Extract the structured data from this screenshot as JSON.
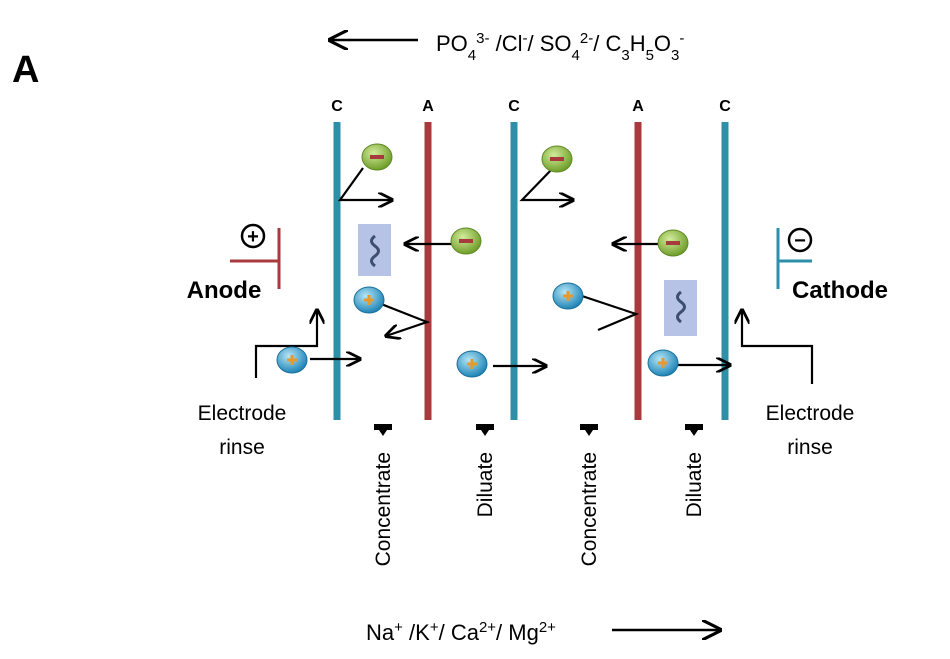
{
  "panel_label": "A",
  "anions": {
    "direction": "left",
    "parts": [
      {
        "base": "PO",
        "sub": "4",
        "sup": "3-",
        "sep": " /"
      },
      {
        "base": "Cl",
        "sup": "-",
        "sep": "/ "
      },
      {
        "base": "SO",
        "sub": "4",
        "sup": "2-",
        "sep": "/ "
      },
      {
        "base": "C",
        "sub": "3",
        "base2": "H",
        "sub2": "5",
        "base3": "O",
        "sub3": "3",
        "sup": "-",
        "sep": ""
      }
    ]
  },
  "cations": {
    "direction": "right",
    "parts": [
      {
        "base": "Na",
        "sup": "+",
        "sep": " /"
      },
      {
        "base": "K",
        "sup": "+",
        "sep": "/ "
      },
      {
        "base": "Ca",
        "sup": "2+",
        "sep": "/ "
      },
      {
        "base": "Mg",
        "sup": "2+",
        "sep": ""
      }
    ]
  },
  "membranes": [
    {
      "type": "C",
      "color": "#2e8fa8"
    },
    {
      "type": "A",
      "color": "#a8393c"
    },
    {
      "type": "C",
      "color": "#2e8fa8"
    },
    {
      "type": "A",
      "color": "#a8393c"
    },
    {
      "type": "C",
      "color": "#2e8fa8"
    }
  ],
  "electrodes": {
    "anode": {
      "label": "Anode",
      "sign": "+",
      "color": "#a8393c"
    },
    "cathode": {
      "label": "Cathode",
      "sign": "−",
      "color": "#2e8fa8"
    }
  },
  "rinse_labels": {
    "left": [
      "Electrode",
      "rinse"
    ],
    "right": [
      "Electrode",
      "rinse"
    ]
  },
  "compartments": [
    "Concentrate",
    "Diluate",
    "Concentrate",
    "Diluate"
  ],
  "ion_symbols": {
    "anion": "−",
    "cation": "+"
  },
  "colors": {
    "cation_membrane": "#2e8fa8",
    "anion_membrane": "#a8393c",
    "anion_ball": "#8fbf3e",
    "cation_ball": "#3ba8d6",
    "blocked_box": "#b7c3e6"
  }
}
